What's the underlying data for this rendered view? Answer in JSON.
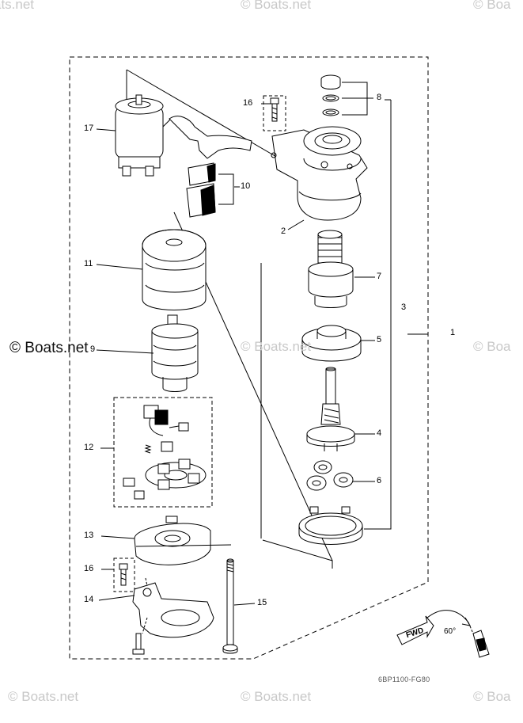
{
  "watermarks": {
    "brand": "© Boats.net",
    "cut_right": "© Boa",
    "cut_left": "ats.net",
    "main": "© Boats.net"
  },
  "callouts": [
    {
      "id": "17",
      "label": "17"
    },
    {
      "id": "16a",
      "label": "16"
    },
    {
      "id": "8",
      "label": "8"
    },
    {
      "id": "10",
      "label": "10"
    },
    {
      "id": "2",
      "label": "2"
    },
    {
      "id": "11",
      "label": "11"
    },
    {
      "id": "7",
      "label": "7"
    },
    {
      "id": "3",
      "label": "3"
    },
    {
      "id": "1",
      "label": "1"
    },
    {
      "id": "5",
      "label": "5"
    },
    {
      "id": "9",
      "label": "9"
    },
    {
      "id": "4",
      "label": "4"
    },
    {
      "id": "12",
      "label": "12"
    },
    {
      "id": "6",
      "label": "6"
    },
    {
      "id": "13",
      "label": "13"
    },
    {
      "id": "16b",
      "label": "16"
    },
    {
      "id": "14",
      "label": "14"
    },
    {
      "id": "15",
      "label": "15"
    }
  ],
  "orientation": {
    "fwd_label": "FWD",
    "angle_label": "60°"
  },
  "diagram_code": "6BP1100-FG80"
}
